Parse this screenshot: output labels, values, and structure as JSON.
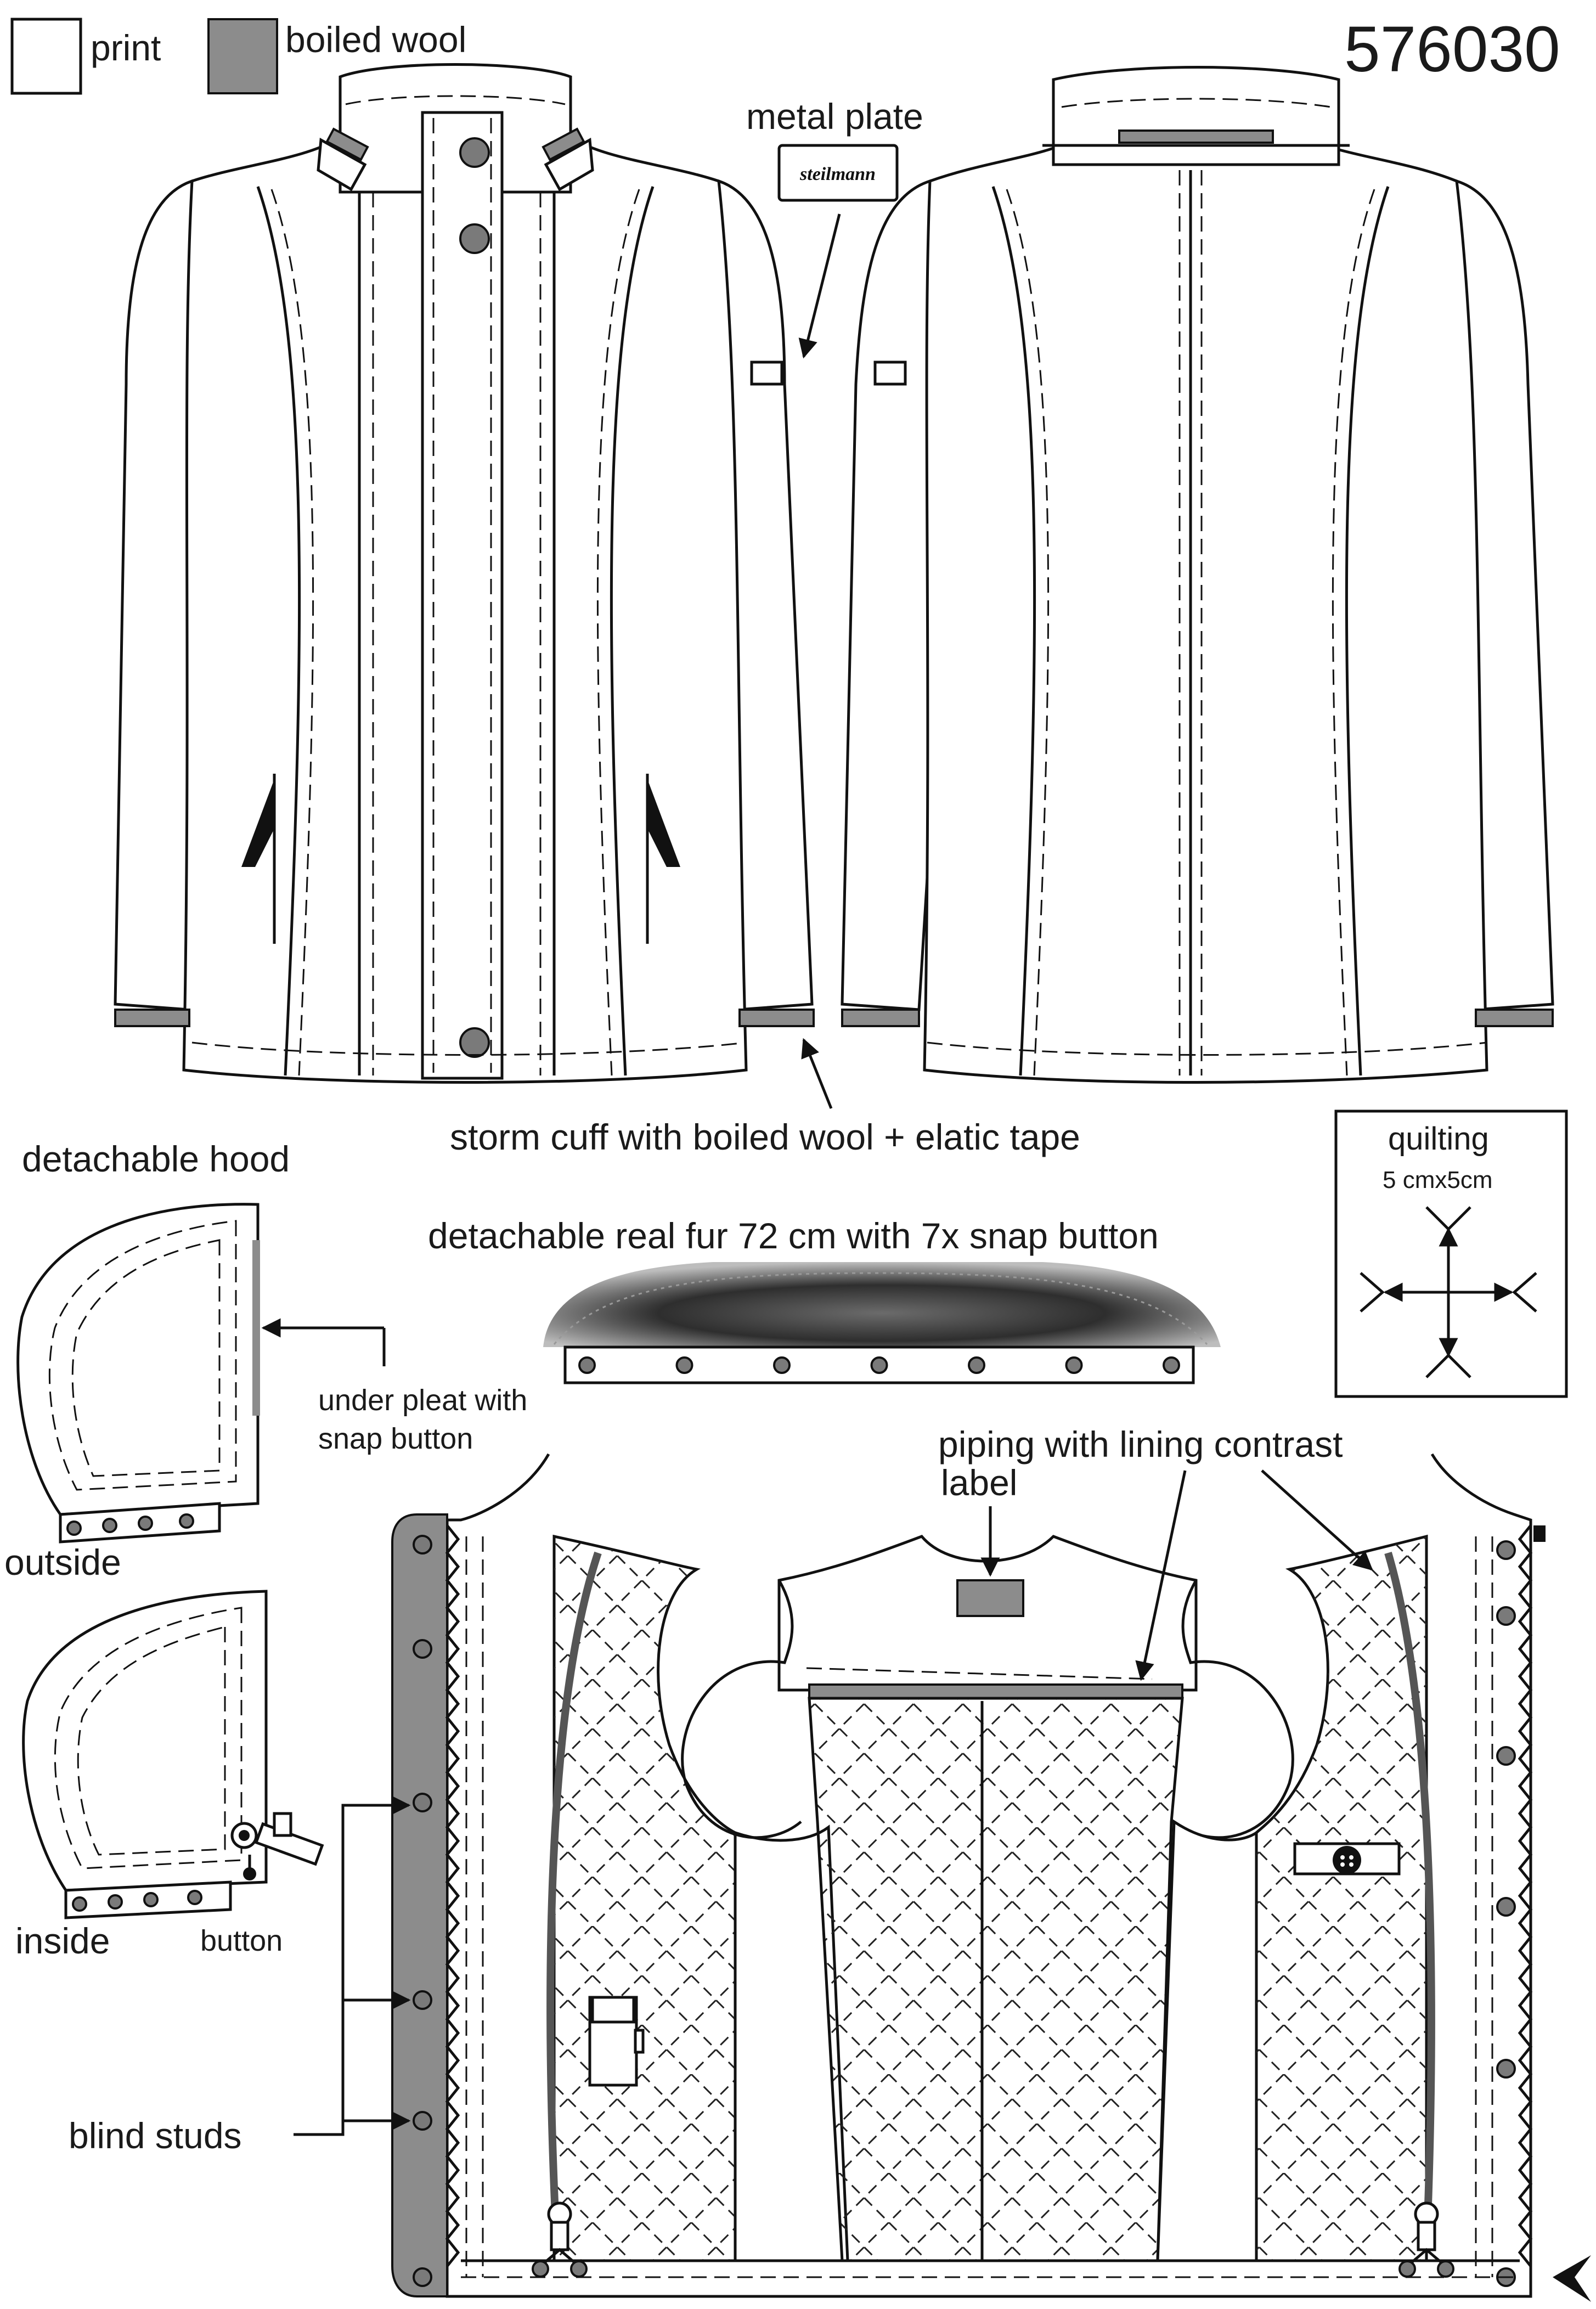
{
  "style_number": "576030",
  "legend": [
    {
      "label": "print",
      "swatch": "#ffffff"
    },
    {
      "label": "boiled wool",
      "swatch": "#8c8c8c"
    }
  ],
  "callouts": {
    "metal_plate": "metal plate",
    "metal_plate_brand": "steilmann",
    "storm_cuff": "storm cuff with boiled wool + elatic tape",
    "detachable_hood": "detachable hood",
    "under_pleat": "under pleat with\nsnap button",
    "under_pleat_line1": "under pleat with",
    "under_pleat_line2": "snap button",
    "hood_outside": "outside",
    "hood_inside": "inside",
    "hood_button": "button",
    "fur_collar": "detachable real fur 72 cm with 7x snap button",
    "piping": "piping with lining contrast",
    "label": "label",
    "blind_studs": "blind studs",
    "quilting": "quilting",
    "quilting_size": "5 cmx5cm"
  },
  "colors": {
    "line": "#111111",
    "boiled_wool": "#8c8c8c",
    "piping": "#555555",
    "fur": "#3a3a3a"
  },
  "counts": {
    "fur_snap_buttons": 7
  }
}
